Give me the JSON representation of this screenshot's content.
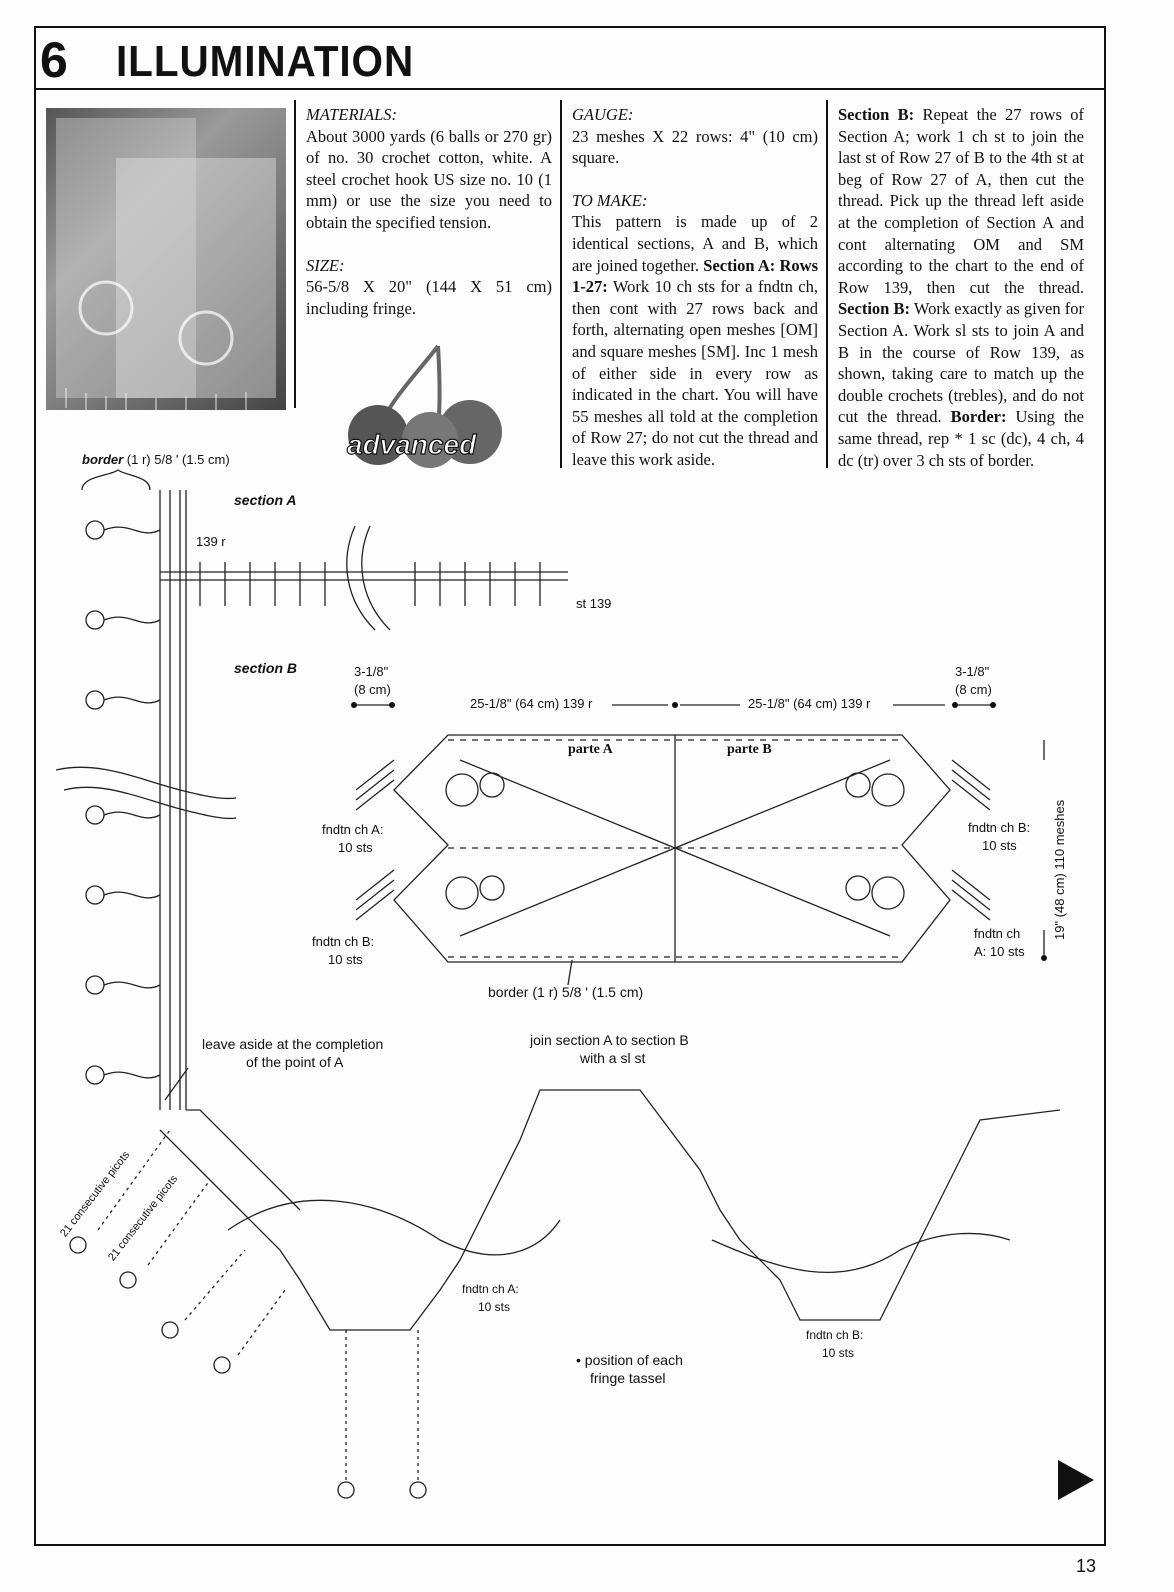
{
  "header": {
    "chapter_number": "6",
    "title": "ILLUMINATION"
  },
  "col1": {
    "materials_heading": "MATERIALS:",
    "materials_text": "About 3000 yards (6 balls or 270 gr) of no. 30 crochet cotton, white. A steel crochet hook US size no. 10 (1 mm) or use the size you need to obtain the specified tension.",
    "size_heading": "SIZE:",
    "size_text": "56-5/8 X 20\" (144 X 51 cm) including fringe."
  },
  "badge": {
    "label": "advanced"
  },
  "col2": {
    "gauge_heading": "GAUGE:",
    "gauge_text": "23 meshes X 22 rows: 4\" (10 cm) square.",
    "make_heading": "TO MAKE:",
    "make_text_1": "This pattern is made up of 2 identical sections, A and B, which are joined together.",
    "make_bold": "Section A: Rows 1-27:",
    "make_text_2": "Work 10 ch sts for a fndtn ch, then cont with 27 rows back and forth, alternating open meshes [OM] and square meshes [SM]. Inc 1 mesh of either side in every row as indicated in the chart. You will have 55 meshes all told at the completion of Row 27; do not cut the thread and leave this work aside."
  },
  "col3": {
    "b1": "Section B:",
    "t1": "Repeat the 27 rows of Section A; work 1 ch st to join the last st of Row 27 of B to the 4th st at beg of Row 27 of A, then cut the thread. Pick up the thread left aside at the completion of Section A and cont alternating OM and SM according to the chart to the end of Row 139, then cut the thread.",
    "b2": "Section B:",
    "t2": "Work exactly as given for Section A. Work sl sts to join A and B in the course of Row 139, as shown, taking care to match up the double crochets (trebles), and do not cut the thread.",
    "b3": "Border:",
    "t3": "Using the same thread, rep * 1 sc (dc), 4 ch, 4 dc (tr) over 3 ch sts of border."
  },
  "diagram": {
    "border_label_bold": "border",
    "border_label_rest": "(1 r) 5/8 ' (1.5 cm)",
    "section_a": "section A",
    "row_139": "139 r",
    "st_139": "st 139",
    "section_b": "section B",
    "left_end": "3-1/8\"",
    "left_end_cm": "(8 cm)",
    "right_end": "3-1/8\"",
    "right_end_cm": "(8 cm)",
    "span_a": "25-1/8\" (64 cm) 139 r",
    "span_b": "25-1/8\" (64 cm) 139 r",
    "parte_a": "parte A",
    "parte_b": "parte B",
    "fndtn_a_left": "fndtn ch A:",
    "fndtn_a_left_sts": "10 sts",
    "fndtn_b_left": "fndtn ch B:",
    "fndtn_b_left_sts": "10 sts",
    "fndtn_b_right": "fndtn ch B:",
    "fndtn_b_right_sts": "10 sts",
    "fndtn_a_right": "fndtn ch",
    "fndtn_a_right_sts": "A: 10 sts",
    "height_label": "19\" (48 cm) 110 meshes",
    "border_bottom": "border (1 r) 5/8 ' (1.5 cm)",
    "leave_aside_1": "leave aside at the completion",
    "leave_aside_2": "of the point of A",
    "join_1": "join section A to section B",
    "join_2": "with a sl st",
    "picots_1": "21 consecutive picots",
    "picots_2": "21 consecutive picots",
    "fndtn_a_bottom": "fndtn ch A:",
    "fndtn_a_bottom_sts": "10 sts",
    "fndtn_b_bottom": "fndtn ch B:",
    "fndtn_b_bottom_sts": "10 sts",
    "tassel_1": "• position of each",
    "tassel_2": "fringe tassel"
  },
  "page_number": "13"
}
